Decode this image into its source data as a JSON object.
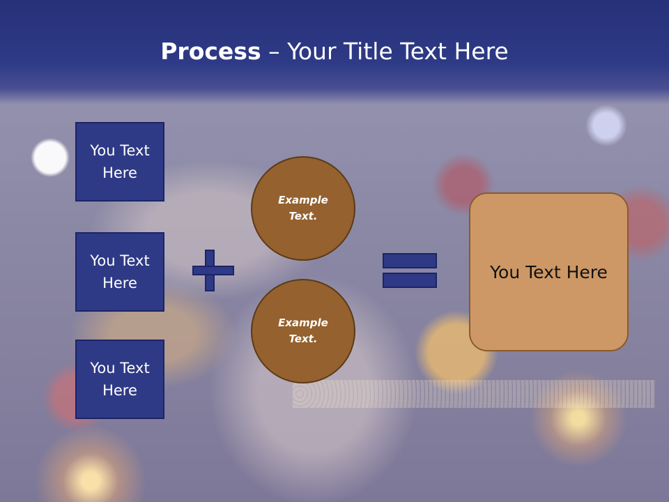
{
  "slide": {
    "title_bold": "Process",
    "title_separator": "–",
    "title_rest": "Your Title Text Here"
  },
  "inputs": [
    {
      "label": "You Text Here"
    },
    {
      "label": "You Text Here"
    },
    {
      "label": "You Text Here"
    }
  ],
  "operators": {
    "plus": "plus-icon",
    "equals": "equals-icon"
  },
  "circles": [
    {
      "label": "Example Text."
    },
    {
      "label": "Example Text."
    }
  ],
  "result": {
    "label": "You Text Here"
  },
  "colors": {
    "header_band": "#2e3a86",
    "box_fill": "#2f3a86",
    "circle_fill": "#94612f",
    "result_fill": "#cd9865"
  }
}
